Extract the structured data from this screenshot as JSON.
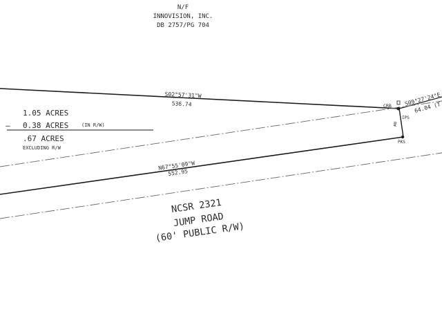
{
  "owner": {
    "nf": "N/F",
    "name": "INNOVISION, INC.",
    "deed": "DB 2757/PG 704"
  },
  "lines": {
    "north_bearing": "S02°57'31\"W",
    "north_distance": "536.74",
    "south_bearing": "N67°55'09\"W",
    "south_distance": "552.95",
    "east_bearing": "S09°27'24\"E",
    "east_distance": "64.04 (T"
  },
  "markers": {
    "crb": "CRB",
    "ips": "IPS",
    "pks": "PKS",
    "rw": "RW"
  },
  "acreage": {
    "total": "1.05 ACRES",
    "minus_sign": "–",
    "in_rw_value": "0.38 ACRES",
    "in_rw_note": "(IN R/W)",
    "net": ".67 ACRES",
    "net_note": "EXCLUDING R/W"
  },
  "road": {
    "name": "NCSR 2321",
    "alias": "JUMP ROAD",
    "width": "(60' PUBLIC R/W)"
  },
  "colors": {
    "line": "#1a1a1a",
    "dash": "#666666",
    "text": "#2a2a2a"
  }
}
